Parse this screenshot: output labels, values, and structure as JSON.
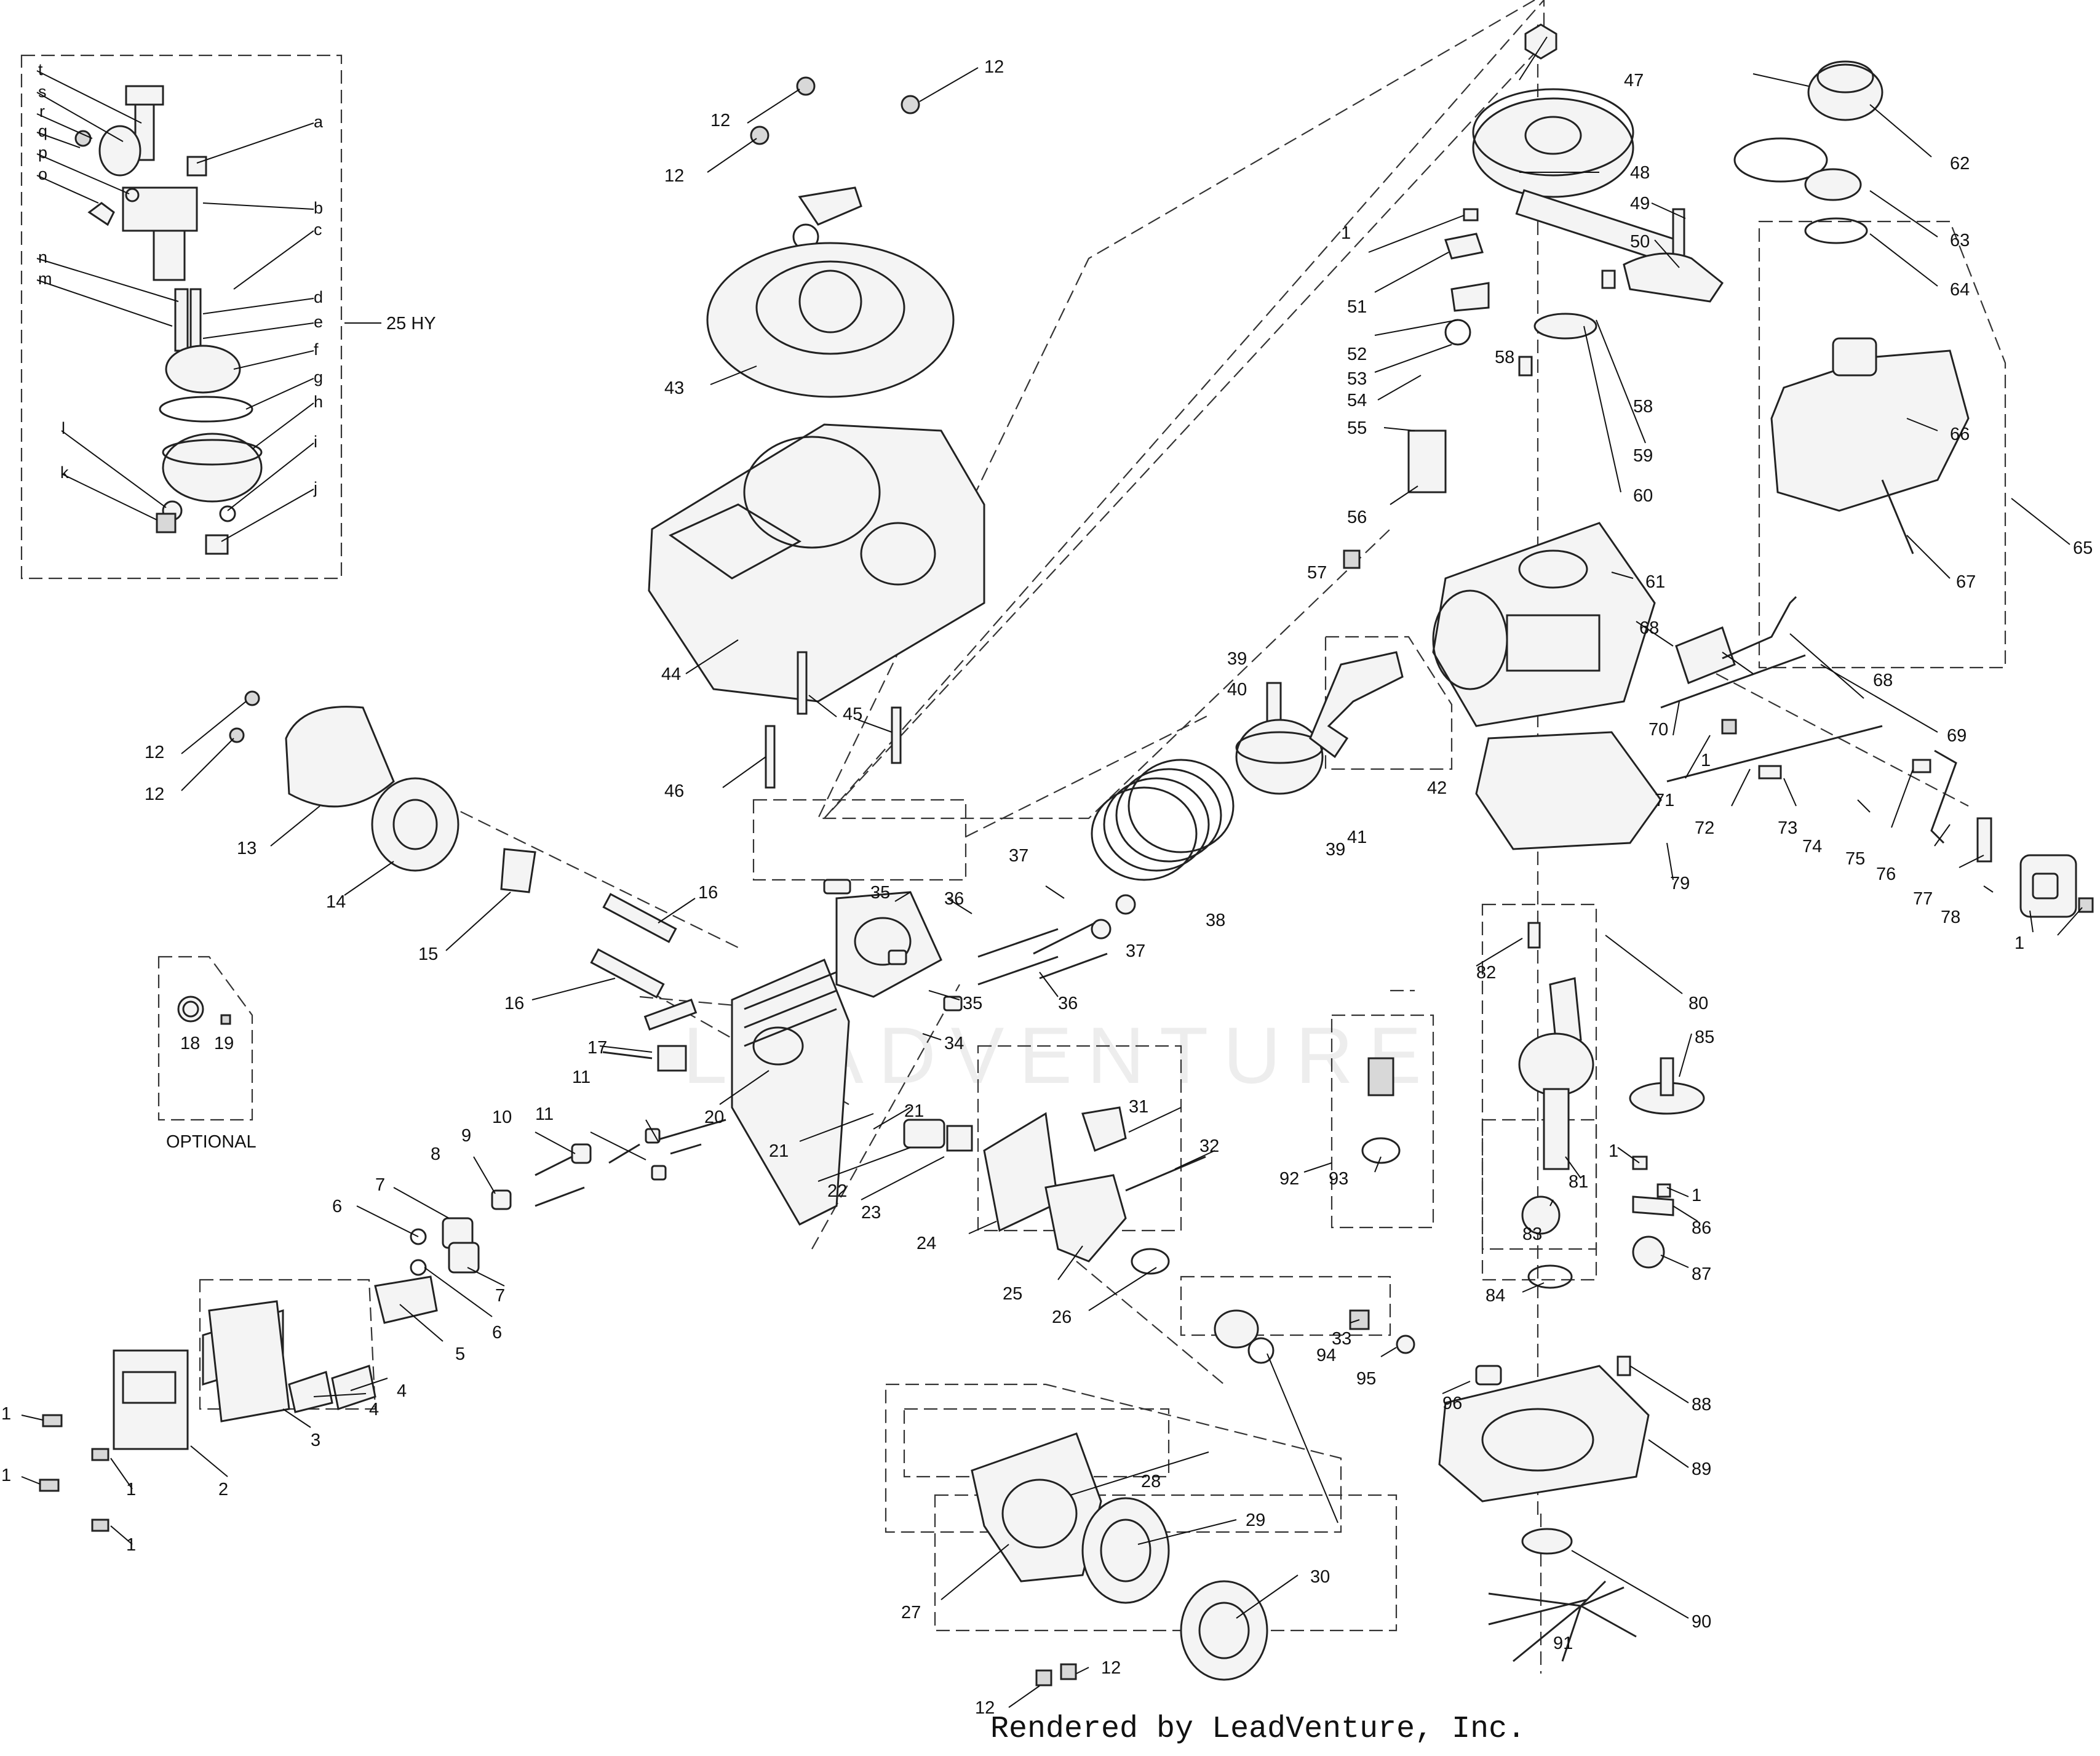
{
  "footer_text": "Rendered by LeadVenture, Inc.",
  "watermark_text": "LEADVENTURE",
  "carb_kit": {
    "label": "25 HY",
    "letters": [
      "t",
      "s",
      "r",
      "q",
      "p",
      "o",
      "n",
      "m",
      "a",
      "b",
      "c",
      "d",
      "e",
      "f",
      "g",
      "h",
      "l",
      "k",
      "i",
      "j"
    ]
  },
  "optional_label": "OPTIONAL",
  "callout_numbers": [
    "1",
    "2",
    "3",
    "4",
    "5",
    "6",
    "7",
    "8",
    "9",
    "10",
    "11",
    "12",
    "13",
    "14",
    "15",
    "16",
    "17",
    "18",
    "19",
    "20",
    "21",
    "22",
    "23",
    "24",
    "25",
    "26",
    "27",
    "28",
    "29",
    "30",
    "31",
    "32",
    "33",
    "34",
    "35",
    "36",
    "37",
    "38",
    "39",
    "40",
    "41",
    "42",
    "43",
    "44",
    "45",
    "46",
    "47",
    "48",
    "49",
    "50",
    "51",
    "52",
    "53",
    "54",
    "55",
    "56",
    "57",
    "58",
    "59",
    "60",
    "61",
    "62",
    "63",
    "64",
    "65",
    "66",
    "67",
    "68",
    "69",
    "70",
    "71",
    "72",
    "73",
    "74",
    "75",
    "76",
    "77",
    "78",
    "79",
    "80",
    "81",
    "82",
    "83",
    "84",
    "85",
    "86",
    "87",
    "88",
    "89",
    "90",
    "91",
    "92",
    "93",
    "94",
    "95",
    "96"
  ]
}
